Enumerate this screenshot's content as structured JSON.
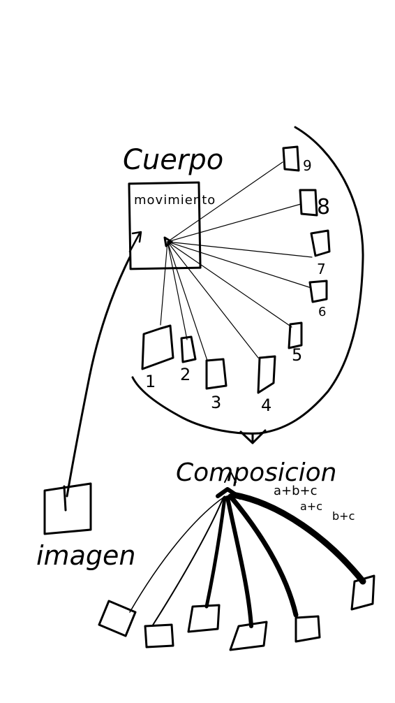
{
  "labels": {
    "cuerpo": "Cuerpo",
    "movimiento": "movimiento",
    "composicion": "Composicion",
    "imagen": "imagen",
    "formula_1": "a+b+c",
    "formula_2": "a+c",
    "formula_3": "b+c"
  },
  "numbers": [
    "1",
    "2",
    "3",
    "4",
    "5",
    "6",
    "7",
    "8",
    "9"
  ],
  "colors": {
    "ink": "#000000",
    "paper": "#ffffff"
  }
}
